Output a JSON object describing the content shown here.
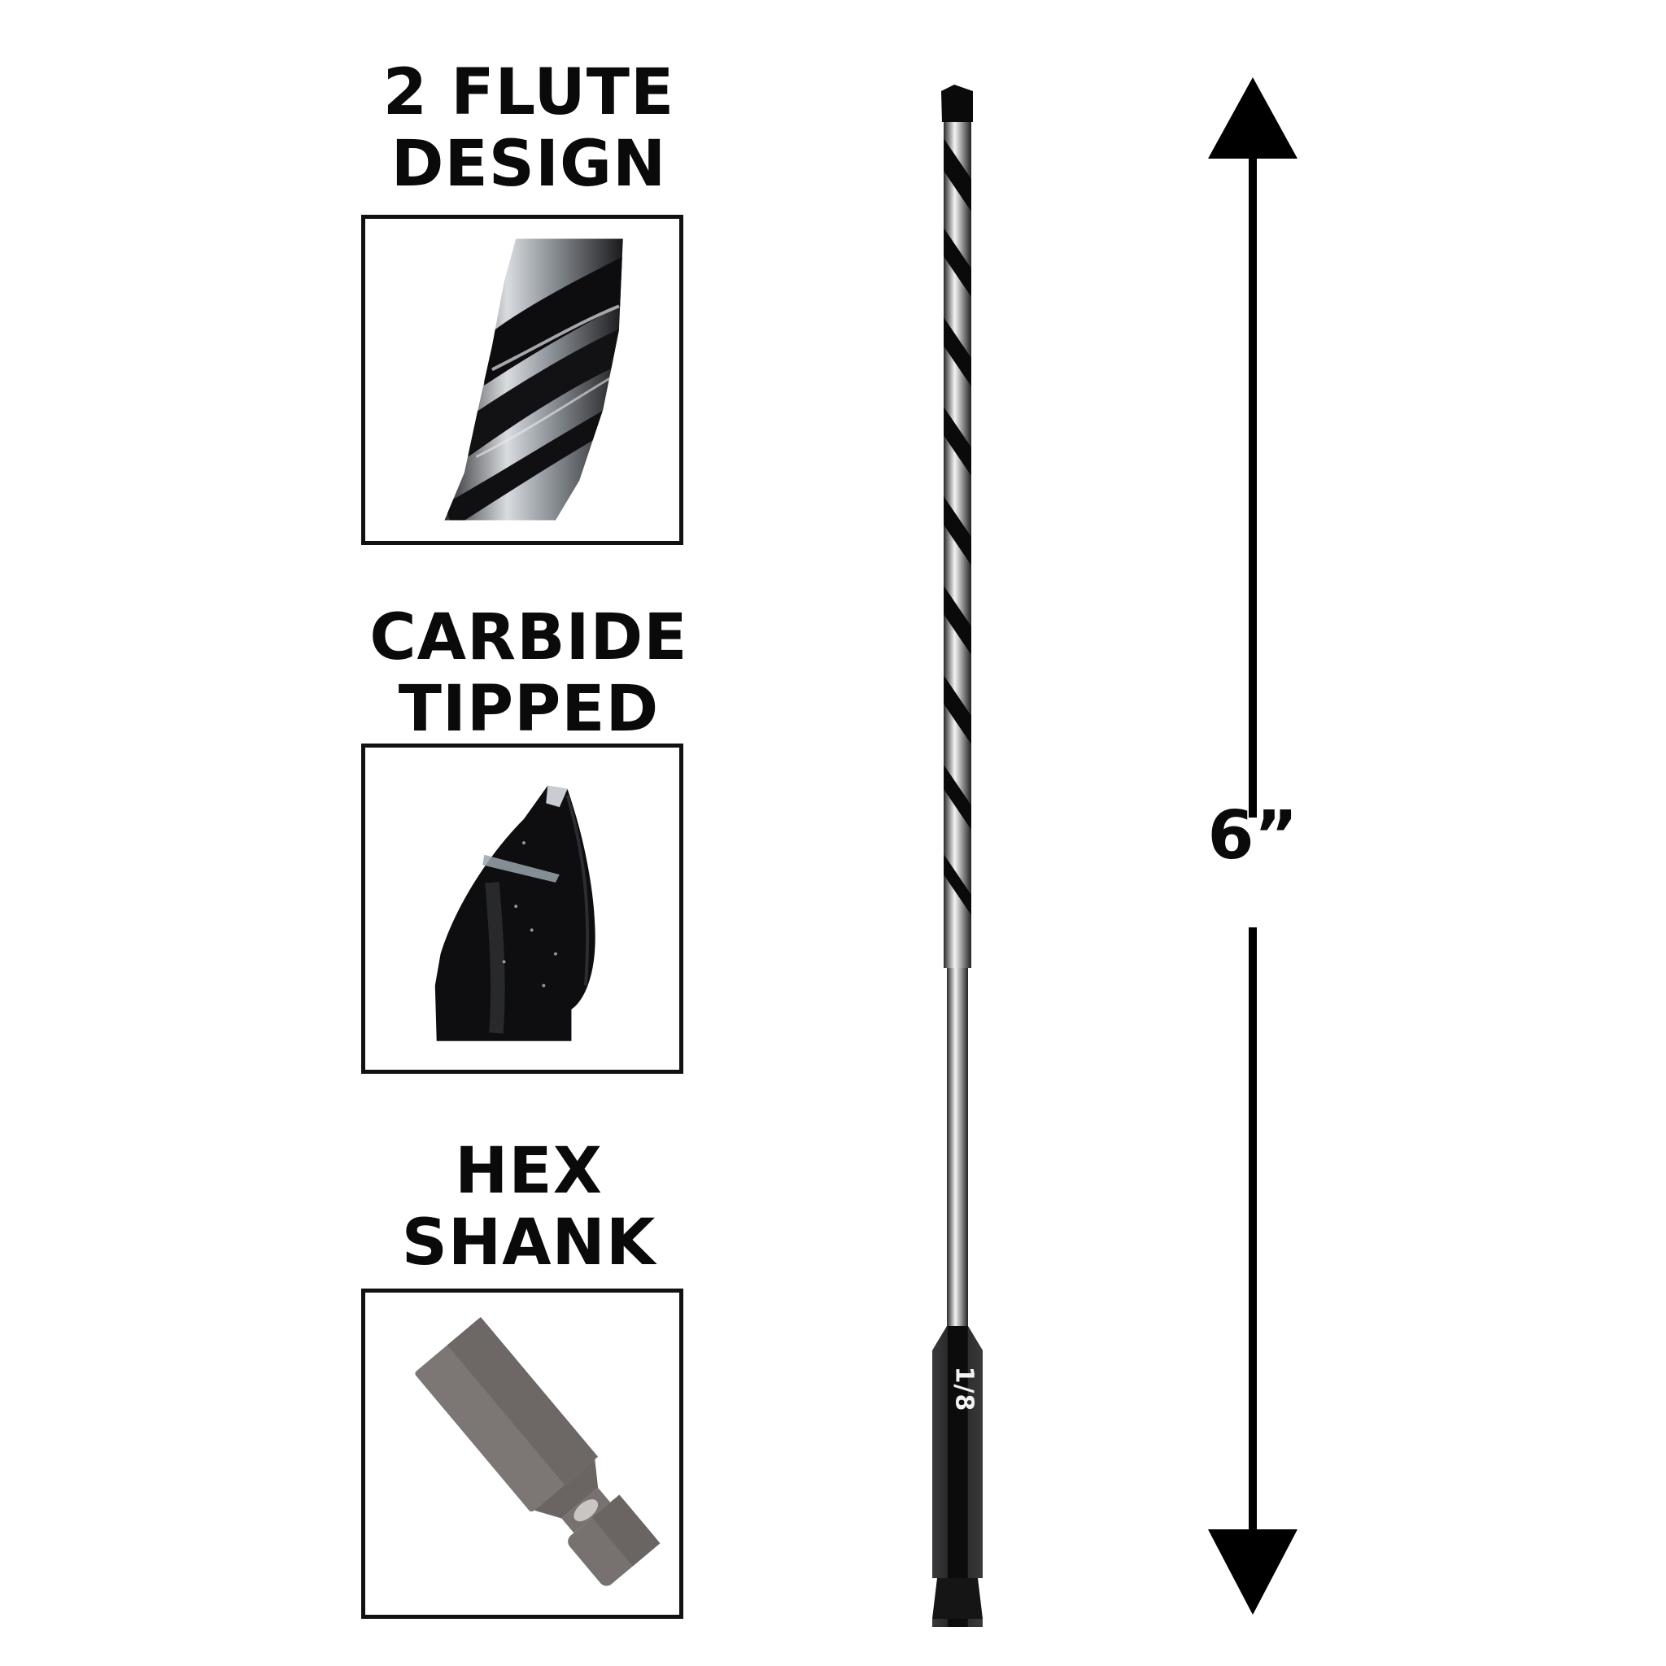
{
  "features": [
    {
      "id": "flute",
      "line1": "2 FLUTE",
      "line2": "DESIGN",
      "image": "spiral-flute-closeup"
    },
    {
      "id": "carbide",
      "line1": "CARBIDE",
      "line2": "TIPPED",
      "image": "carbide-tip-closeup"
    },
    {
      "id": "hex",
      "line1": "HEX",
      "line2": "SHANK",
      "image": "hex-shank-closeup"
    }
  ],
  "product": {
    "name": "drill-bit",
    "size_marking": "1/8",
    "colors": {
      "body": "#111111",
      "steel": "#c8ccd0",
      "shank_closeup": "#7a7574"
    }
  },
  "dimension": {
    "length": "6”",
    "arrow_color": "#000000"
  }
}
